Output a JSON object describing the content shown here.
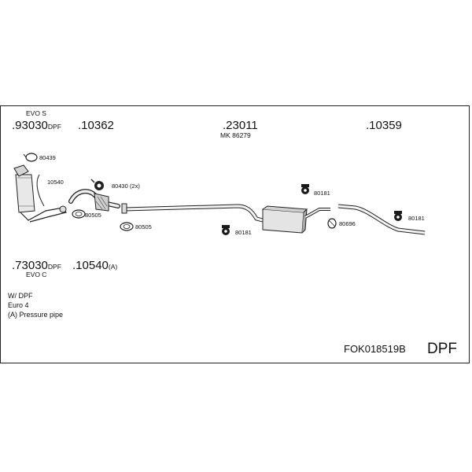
{
  "variants": {
    "top_label": "EVO S",
    "bottom_label": "EVO C"
  },
  "parts": {
    "p93030": ".93030",
    "p93030_suffix": "DPF",
    "p10362": ".10362",
    "p23011": ".23011",
    "p23011_ref": "MK 86279",
    "p10359": ".10359",
    "p73030": ".73030",
    "p73030_suffix": "DPF",
    "p10540": ".10540",
    "p10540_suffix": "(A)"
  },
  "small_parts": {
    "c80439": "80439",
    "c10540": "10540",
    "c80430": "80430 (2x)",
    "c80505a": "80505",
    "c80505b": "80505",
    "c80181a": "80181",
    "c80181b": "80181",
    "c80181c": "80181",
    "c80696": "80696"
  },
  "notes": {
    "line1": "W/ DPF",
    "line2": "Euro 4",
    "line3": "(A) Pressure pipe"
  },
  "footer": {
    "code": "FOK018519B",
    "badge": "DPF"
  },
  "colors": {
    "line": "#222222",
    "part_fill": "#e6e6e6",
    "part_shade": "#9a9a9a",
    "hanger": "#1a1a1a"
  }
}
